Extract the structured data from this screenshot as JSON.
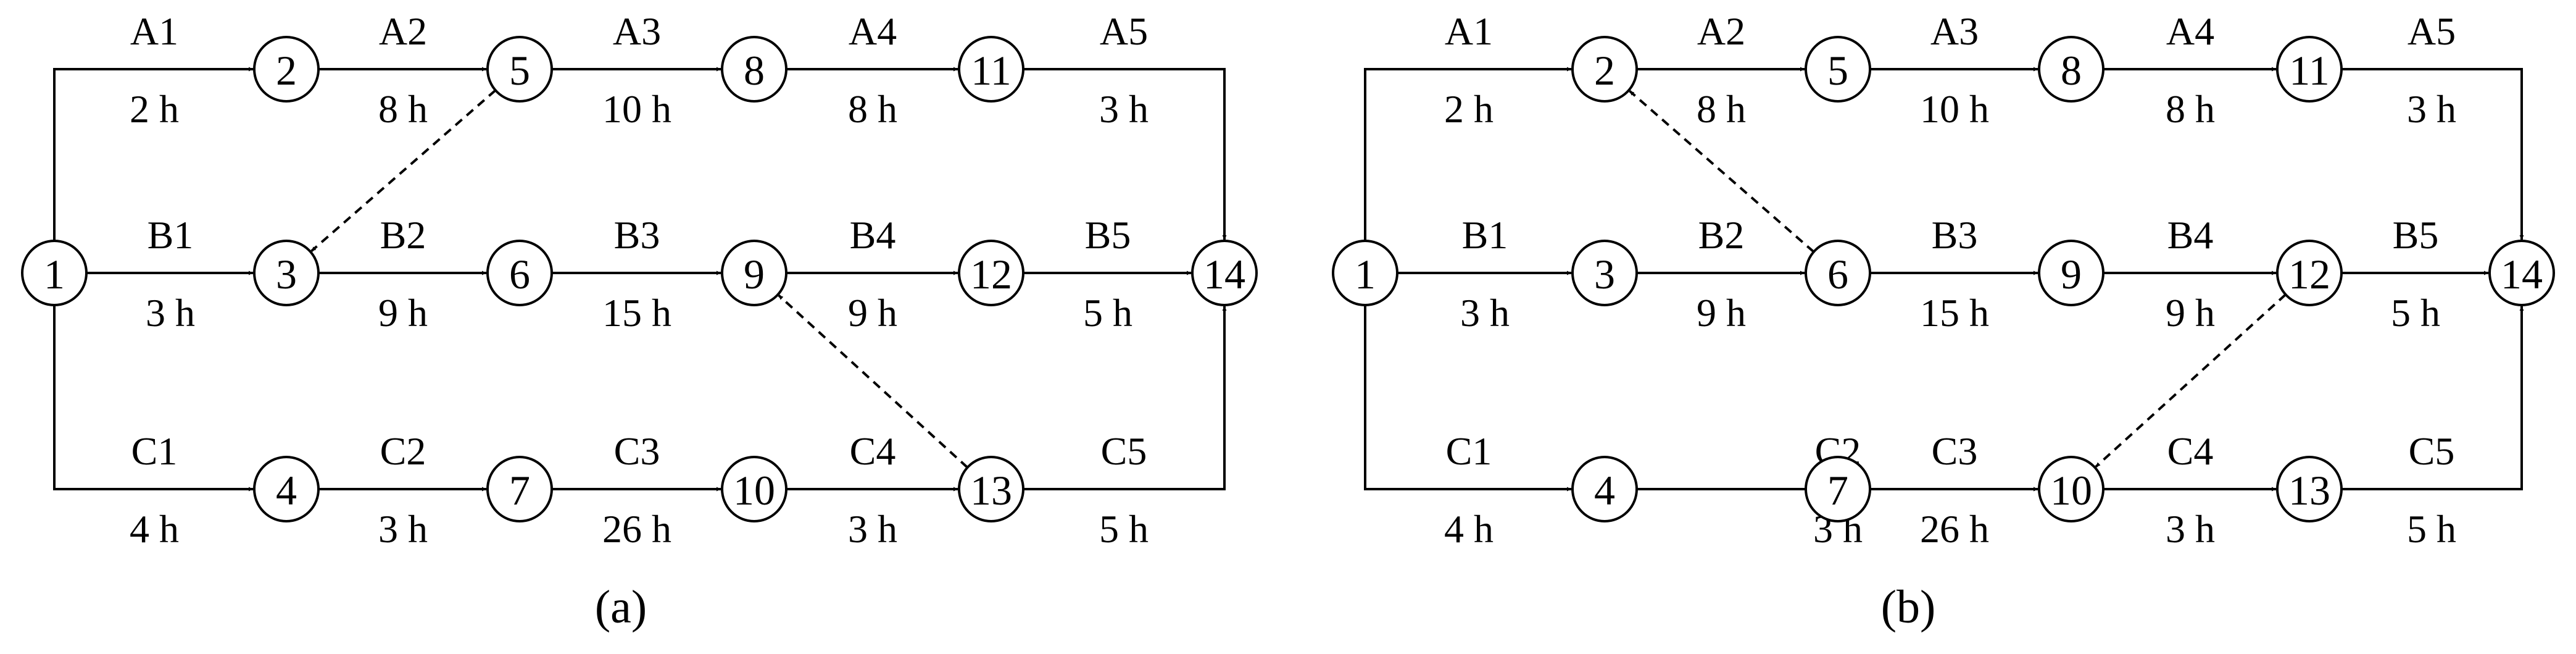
{
  "panels": [
    {
      "label": "(a)",
      "nodes": [
        "1",
        "2",
        "3",
        "4",
        "5",
        "6",
        "7",
        "8",
        "9",
        "10",
        "11",
        "12",
        "13",
        "14"
      ],
      "activities": [
        {
          "from": "1",
          "to": "2",
          "name": "A1",
          "duration": "2 h"
        },
        {
          "from": "2",
          "to": "5",
          "name": "A2",
          "duration": "8 h"
        },
        {
          "from": "5",
          "to": "8",
          "name": "A3",
          "duration": "10 h"
        },
        {
          "from": "8",
          "to": "11",
          "name": "A4",
          "duration": "8 h"
        },
        {
          "from": "11",
          "to": "14",
          "name": "A5",
          "duration": "3 h"
        },
        {
          "from": "1",
          "to": "3",
          "name": "B1",
          "duration": "3 h"
        },
        {
          "from": "3",
          "to": "6",
          "name": "B2",
          "duration": "9 h"
        },
        {
          "from": "6",
          "to": "9",
          "name": "B3",
          "duration": "15 h"
        },
        {
          "from": "9",
          "to": "12",
          "name": "B4",
          "duration": "9 h"
        },
        {
          "from": "12",
          "to": "14",
          "name": "B5",
          "duration": "5 h"
        },
        {
          "from": "1",
          "to": "4",
          "name": "C1",
          "duration": "4 h"
        },
        {
          "from": "4",
          "to": "7",
          "name": "C2",
          "duration": "3 h"
        },
        {
          "from": "7",
          "to": "10",
          "name": "C3",
          "duration": "26 h"
        },
        {
          "from": "10",
          "to": "13",
          "name": "C4",
          "duration": "3 h"
        },
        {
          "from": "13",
          "to": "14",
          "name": "C5",
          "duration": "5 h"
        }
      ],
      "dummies": [
        {
          "from": "5",
          "to": "3"
        },
        {
          "from": "13",
          "to": "9"
        }
      ]
    },
    {
      "label": "(b)",
      "nodes": [
        "1",
        "2",
        "3",
        "4",
        "5",
        "6",
        "7",
        "8",
        "9",
        "10",
        "11",
        "12",
        "13",
        "14"
      ],
      "activities": [
        {
          "from": "1",
          "to": "2",
          "name": "A1",
          "duration": "2 h"
        },
        {
          "from": "2",
          "to": "5",
          "name": "A2",
          "duration": "8 h"
        },
        {
          "from": "5",
          "to": "8",
          "name": "A3",
          "duration": "10 h"
        },
        {
          "from": "8",
          "to": "11",
          "name": "A4",
          "duration": "8 h"
        },
        {
          "from": "11",
          "to": "14",
          "name": "A5",
          "duration": "3 h"
        },
        {
          "from": "1",
          "to": "3",
          "name": "B1",
          "duration": "3 h"
        },
        {
          "from": "3",
          "to": "6",
          "name": "B2",
          "duration": "9 h"
        },
        {
          "from": "6",
          "to": "9",
          "name": "B3",
          "duration": "15 h"
        },
        {
          "from": "9",
          "to": "12",
          "name": "B4",
          "duration": "9 h"
        },
        {
          "from": "12",
          "to": "14",
          "name": "B5",
          "duration": "5 h"
        },
        {
          "from": "1",
          "to": "4",
          "name": "C1",
          "duration": "4 h"
        },
        {
          "from": "4",
          "to": "10",
          "name": "C2",
          "duration": "3 h"
        },
        {
          "from": "7",
          "to": "10",
          "name": "C3",
          "duration": "26 h"
        },
        {
          "from": "10",
          "to": "13",
          "name": "C4",
          "duration": "3 h"
        },
        {
          "from": "13",
          "to": "14",
          "name": "C5",
          "duration": "5 h"
        }
      ],
      "dummies": [
        {
          "from": "6",
          "to": "2"
        },
        {
          "from": "12",
          "to": "10"
        }
      ]
    }
  ]
}
